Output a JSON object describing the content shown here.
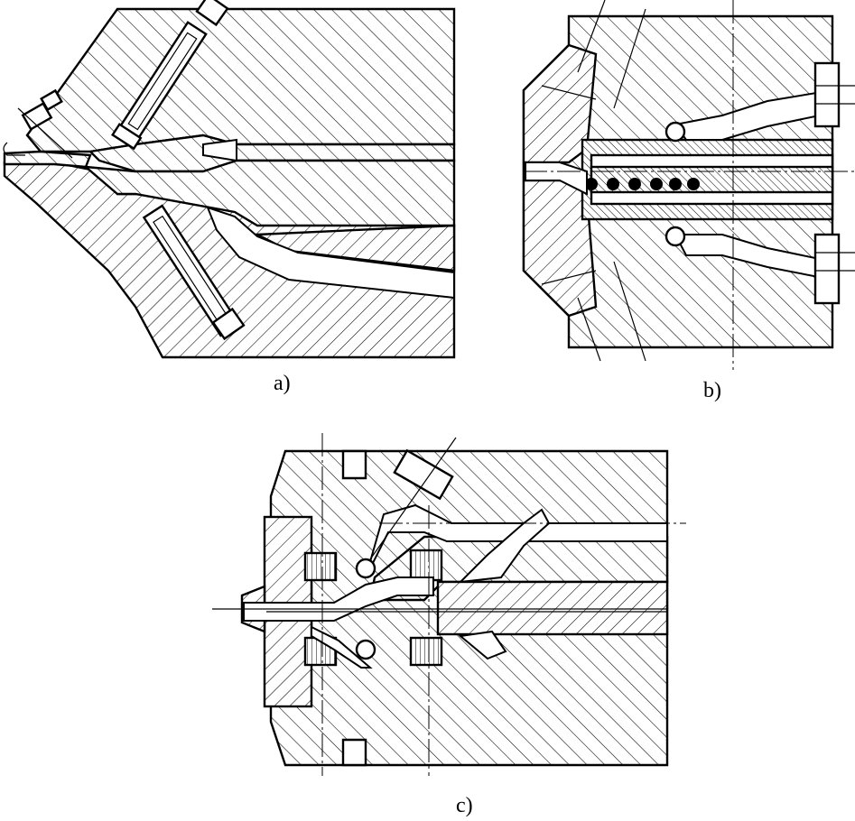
{
  "figure": {
    "panels": [
      {
        "id": "a",
        "caption": "a)"
      },
      {
        "id": "b",
        "caption": "b)"
      },
      {
        "id": "c",
        "caption": "c)"
      }
    ],
    "colors": {
      "line": "#000000",
      "background": "#ffffff"
    }
  }
}
